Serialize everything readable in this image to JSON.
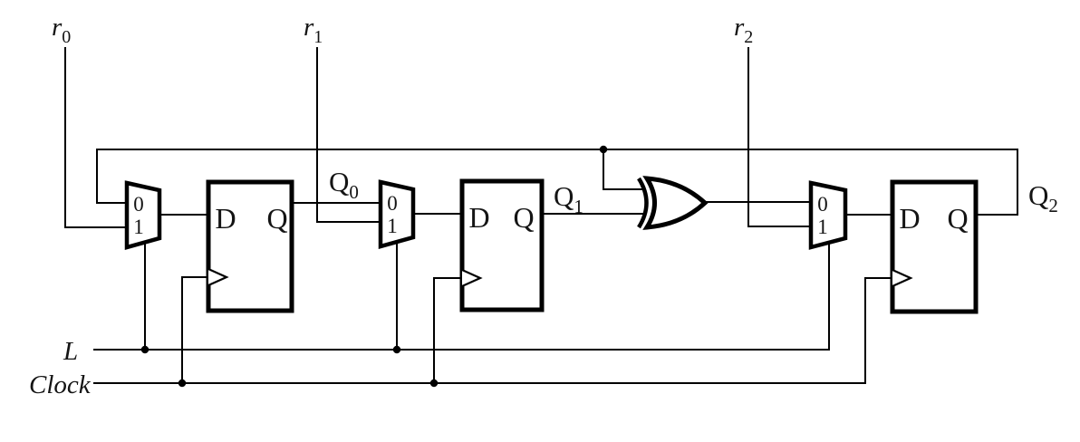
{
  "colors": {
    "wire": "#000000",
    "text": "#141414",
    "background": "#ffffff"
  },
  "signals": {
    "r_inputs": [
      {
        "base": "r",
        "sub": "0"
      },
      {
        "base": "r",
        "sub": "1"
      },
      {
        "base": "r",
        "sub": "2"
      }
    ],
    "q_labels": [
      {
        "base": "Q",
        "sub": "0"
      },
      {
        "base": "Q",
        "sub": "1"
      },
      {
        "base": "Q",
        "sub": "2"
      }
    ],
    "load_label": "L",
    "clock_label": "Clock"
  },
  "components": {
    "mux": {
      "input0_label": "0",
      "input1_label": "1"
    },
    "flipflop": {
      "d_label": "D",
      "q_label": "Q"
    }
  }
}
